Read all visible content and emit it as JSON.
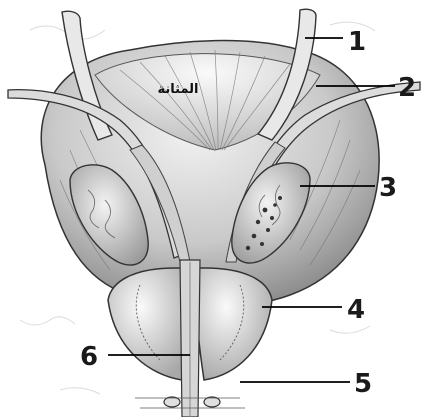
{
  "diagram": {
    "organ_label": "المثانة",
    "callouts": [
      {
        "number": "1",
        "part": "ureter"
      },
      {
        "number": "2",
        "part": "vas-deferens"
      },
      {
        "number": "3",
        "part": "seminal-vesicle"
      },
      {
        "number": "4",
        "part": "prostate-gland"
      },
      {
        "number": "5",
        "part": "bulbourethral-gland"
      },
      {
        "number": "6",
        "part": "urethra"
      }
    ]
  }
}
